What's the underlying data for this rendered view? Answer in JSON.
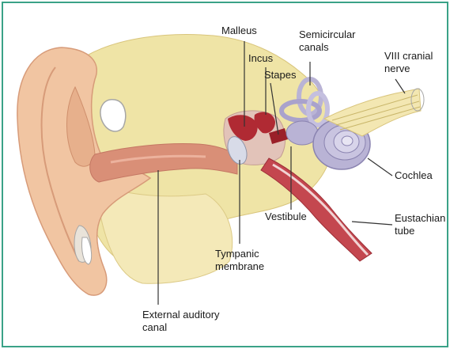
{
  "labels": {
    "malleus": "Malleus",
    "semicircular_canals": "Semicircular\ncanals",
    "incus": "Incus",
    "stapes": "Stapes",
    "viii_cranial_nerve": "VIII cranial\nnerve",
    "cochlea": "Cochlea",
    "vestibule": "Vestibule",
    "eustachian_tube": "Eustachian\ntube",
    "tympanic_membrane": "Tympanic\nmembrane",
    "external_auditory_canal": "External auditory\ncanal"
  },
  "colors": {
    "frame": "#3aa287",
    "skin": "#f1c5a2",
    "skin_dark": "#d79b79",
    "bone": "#efe4a6",
    "bone_dark": "#d9c57c",
    "canal": "#d98f77",
    "ossicle": "#b02a33",
    "membrane": "#d8dbe8",
    "cochlea": "#b9b3d5",
    "cochlea_line": "#8a83b0",
    "tube": "#c4474f",
    "nerve": "#f3e7b2",
    "leader": "#333333"
  }
}
